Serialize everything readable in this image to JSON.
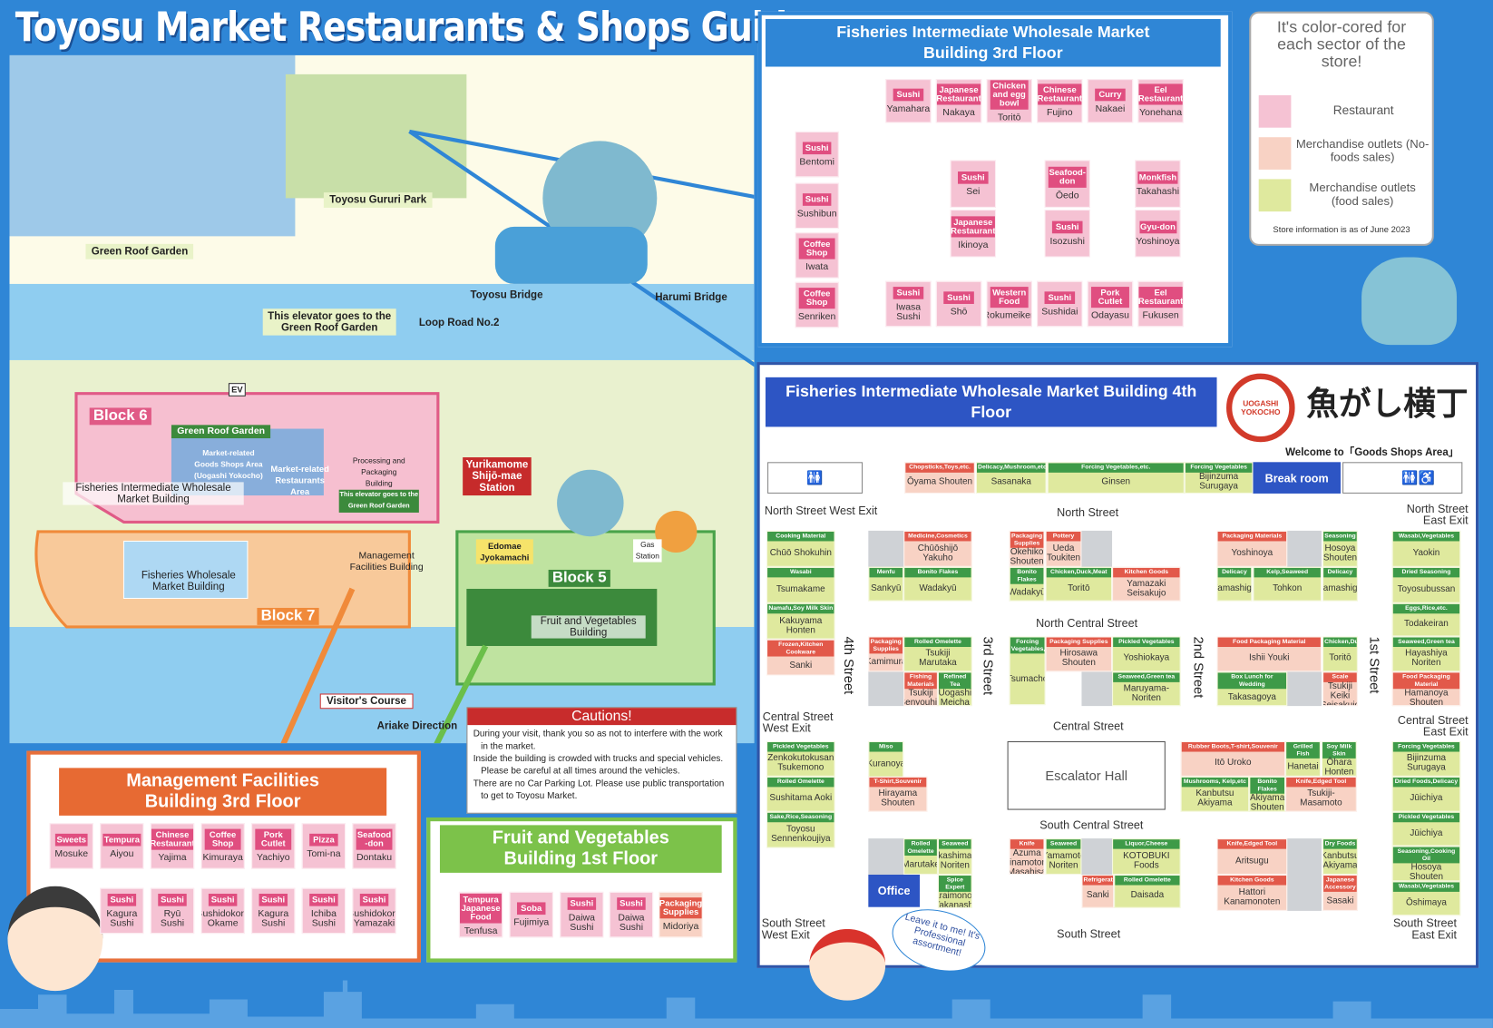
{
  "title": "Toyosu Market Restaurants & Shops Guide",
  "colors": {
    "restaurant": "#f5c2d3",
    "restaurant_label": "#e04e80",
    "nonfood": "#f8d2c4",
    "nonfood_label": "#e2594a",
    "food": "#dfe99e",
    "food_label": "#3e9a48",
    "blue": "#2f86d6"
  },
  "map": {
    "photo_labels": [
      "Green Roof Garden",
      "Toyosu Gururi Park",
      "This elevator goes to the Green Roof Garden"
    ],
    "toyosu_bridge": "Toyosu Bridge",
    "harumi_bridge": "Harumi Bridge",
    "loop_road": "Loop Road No.2",
    "block6": "Block 6",
    "block5": "Block 5",
    "block7": "Block 7",
    "green_roof_label": "Green Roof Garden",
    "ev": "EV",
    "restaurants_area": "Market-related Restaurants Area",
    "goods_area": "Market-related Goods Shops Area (Uogashi Yokocho)",
    "processing": "Processing and Packaging Building",
    "elevator_note": "This elevator goes to the Green Roof Garden",
    "fiw_building": "Fisheries Intermediate Wholesale Market Building",
    "fw_building": "Fisheries Wholesale Market Building",
    "mgmt_building": "Management Facilities Building",
    "fv_building": "Fruit and Vegetables Building",
    "station": "Yurikamome Shijō-mae Station",
    "edomae": "Edomae Jyokamachi",
    "gas": "Gas Station",
    "visitors_course": "Visitor's Course",
    "ariake": "Ariake Direction"
  },
  "cautions": {
    "title": "Cautions!",
    "items": [
      "During your visit, thank you so as not to interfere with the work in the market.",
      "Inside the building is crowded with trucks and special vehicles. Please be careful at all times around the vehicles.",
      "There are no Car Parking Lot. Please use public transportation to get to Toyosu Market."
    ]
  },
  "legend": {
    "heading": "It's color-cored for each sector of the store!",
    "items": [
      "Restaurant",
      "Merchandise outlets (No-foods sales)",
      "Merchandise outlets (food sales)"
    ],
    "note": "Store information is as of June 2023"
  },
  "floor3": {
    "title": "Fisheries Intermediate Wholesale Market Building 3rd Floor",
    "stalls": [
      {
        "cat": "Sushi",
        "name": "Yamahara"
      },
      {
        "cat": "Japanese Restaurant",
        "name": "Nakaya"
      },
      {
        "cat": "Chicken and egg bowl",
        "name": "Toritō"
      },
      {
        "cat": "Chinese Restaurant",
        "name": "Fujino"
      },
      {
        "cat": "Curry",
        "name": "Nakaei"
      },
      {
        "cat": "Eel Restaurant",
        "name": "Yonehana"
      },
      {
        "cat": "Sushi",
        "name": "Bentomi"
      },
      {
        "cat": "Sushi",
        "name": "Sushibun"
      },
      {
        "cat": "Coffee Shop",
        "name": "Iwata"
      },
      {
        "cat": "Coffee Shop",
        "name": "Senriken"
      },
      {
        "cat": "Sushi",
        "name": "Sei"
      },
      {
        "cat": "Japanese Restaurant",
        "name": "Ikinoya"
      },
      {
        "cat": "Seafood-don",
        "name": "Ōedo"
      },
      {
        "cat": "Sushi",
        "name": "Isozushi"
      },
      {
        "cat": "Monkfish",
        "name": "Takahashi"
      },
      {
        "cat": "Gyu-don",
        "name": "Yoshinoya"
      },
      {
        "cat": "Sushi",
        "name": "Iwasa Sushi"
      },
      {
        "cat": "Sushi",
        "name": "Shō"
      },
      {
        "cat": "Western Food",
        "name": "Rokumeiken"
      },
      {
        "cat": "Sushi",
        "name": "Sushidai"
      },
      {
        "cat": "Pork Cutlet",
        "name": "Odayasu"
      },
      {
        "cat": "Eel Restaurant",
        "name": "Fukusen"
      }
    ]
  },
  "floor4": {
    "title": "Fisheries Intermediate Wholesale Market Building 4th Floor",
    "logo_text": "UOGASHI YOKOCHO",
    "logo_jp": "魚がし横丁",
    "welcome": "Welcome to「Goods Shops Area」",
    "break_room": "Break room",
    "office": "Office",
    "escalator_hall": "Escalator Hall",
    "streets": {
      "north_west_exit": "North Street West Exit",
      "north": "North Street",
      "north_east_exit": "North Street East Exit",
      "north_central": "North Central Street",
      "central_west_exit": "Central Street West Exit",
      "central": "Central Street",
      "central_east_exit": "Central Street East Exit",
      "south_central": "South Central Street",
      "south_west_exit": "South Street West Exit",
      "south": "South Street",
      "south_east_exit": "South Street East Exit",
      "s4": "4th Street",
      "s3": "3rd Street",
      "s2": "2nd Street",
      "s1": "1st Street"
    },
    "stalls": [
      {
        "cat": "Chopsticks,Toys,etc.",
        "name": "Ōyama Shouten",
        "kind": "nonfood"
      },
      {
        "cat": "Delicacy,Mushroom,etc.",
        "name": "Sasanaka",
        "kind": "food"
      },
      {
        "cat": "Forcing Vegetables,etc.",
        "name": "Ginsen",
        "kind": "food"
      },
      {
        "cat": "Forcing Vegetables",
        "name": "Bijinzuma Surugaya",
        "kind": "food"
      },
      {
        "cat": "Cooking Material",
        "name": "Chūō Shokuhin",
        "kind": "food"
      },
      {
        "cat": "Wasabi",
        "name": "Tsumakame",
        "kind": "food"
      },
      {
        "cat": "Namafu,Soy Milk Skin",
        "name": "Kakuyama Honten",
        "kind": "food"
      },
      {
        "cat": "Frozen,Kitchen Cookware",
        "name": "Sanki",
        "kind": "nonfood"
      },
      {
        "cat": "Pickled Vegetables",
        "name": "Zenkokutokusan Tsukemono",
        "kind": "food"
      },
      {
        "cat": "Rolled Omelette",
        "name": "Sushitama Aoki",
        "kind": "food"
      },
      {
        "cat": "Sake,Rice,Seasoning",
        "name": "Toyosu Sennenkoujiya",
        "kind": "food"
      },
      {
        "cat": "Medicine,Cosmetics",
        "name": "Chūōshijō Yakuho",
        "kind": "nonfood"
      },
      {
        "cat": "Menfu",
        "name": "Sankyū",
        "kind": "food"
      },
      {
        "cat": "Bonito Flakes",
        "name": "Wadakyū",
        "kind": "food"
      },
      {
        "cat": "Packaging Supplies",
        "name": "Kamimura",
        "kind": "nonfood"
      },
      {
        "cat": "Rolled Omelette",
        "name": "Tsukiji Marutaka",
        "kind": "food"
      },
      {
        "cat": "Fishing Materials",
        "name": "Tsukiji Senyouhin",
        "kind": "nonfood"
      },
      {
        "cat": "Refined Tea",
        "name": "Uogashi Meicha",
        "kind": "food"
      },
      {
        "cat": "Miso",
        "name": "Kuranoya",
        "kind": "food"
      },
      {
        "cat": "T-Shirt,Souvenir",
        "name": "Hirayama Shouten",
        "kind": "nonfood"
      },
      {
        "cat": "Rolled Omelette",
        "name": "Marutake",
        "kind": "food"
      },
      {
        "cat": "Seaweed",
        "name": "Takashimaya Noriten",
        "kind": "food"
      },
      {
        "cat": "Spice Expert",
        "name": "Karaimonoya Takanashi",
        "kind": "food"
      },
      {
        "cat": "Packaging Supplies",
        "name": "Okehiko Shouten",
        "kind": "nonfood"
      },
      {
        "cat": "Pottery",
        "name": "Ueda Toukiten",
        "kind": "nonfood"
      },
      {
        "cat": "Bonito Flakes",
        "name": "Wadakyū",
        "kind": "food"
      },
      {
        "cat": "Chicken,Duck,Meat",
        "name": "Toritō",
        "kind": "food"
      },
      {
        "cat": "Kitchen Goods",
        "name": "Yamazaki Seisakujo",
        "kind": "nonfood"
      },
      {
        "cat": "Forcing Vegetables,Fruits",
        "name": "Tsumacho",
        "kind": "food"
      },
      {
        "cat": "Packaging Supplies",
        "name": "Hirosawa Shouten",
        "kind": "nonfood"
      },
      {
        "cat": "Pickled Vegetables",
        "name": "Yoshiokaya",
        "kind": "food"
      },
      {
        "cat": "Seaweed,Green tea",
        "name": "Maruyama-Noriten",
        "kind": "food"
      },
      {
        "cat": "Knife",
        "name": "Azuma Minamotono Masahisa Shouten",
        "kind": "nonfood"
      },
      {
        "cat": "Seaweed",
        "name": "Yamamoto Noriten",
        "kind": "food"
      },
      {
        "cat": "Liquor,Cheese",
        "name": "KOTOBUKI Foods",
        "kind": "food"
      },
      {
        "cat": "Refrigerator,Cabinet",
        "name": "Sanki",
        "kind": "nonfood"
      },
      {
        "cat": "Rolled Omelette",
        "name": "Daisada",
        "kind": "food"
      },
      {
        "cat": "Packaging Materials",
        "name": "Yoshinoya",
        "kind": "nonfood"
      },
      {
        "cat": "Seasoning",
        "name": "Hosoya Shouten",
        "kind": "food"
      },
      {
        "cat": "Delicacy",
        "name": "Yamashige",
        "kind": "food"
      },
      {
        "cat": "Kelp,Seaweed",
        "name": "Tohkon",
        "kind": "food"
      },
      {
        "cat": "Delicacy",
        "name": "Yamashige",
        "kind": "food"
      },
      {
        "cat": "Food Packaging Material",
        "name": "Ishii Youki",
        "kind": "nonfood"
      },
      {
        "cat": "Chicken,Duck,Meat",
        "name": "Toritō",
        "kind": "food"
      },
      {
        "cat": "Box Lunch for Wedding",
        "name": "Takasagoya",
        "kind": "food"
      },
      {
        "cat": "Scale",
        "name": "Tsukiji Keiki Seisakujo",
        "kind": "nonfood"
      },
      {
        "cat": "Rubber Boots,T-shirt,Souvenir",
        "name": "Itō Uroko",
        "kind": "nonfood"
      },
      {
        "cat": "Grilled Fish",
        "name": "Hanetai",
        "kind": "food"
      },
      {
        "cat": "Soy Milk Skin",
        "name": "Ōhara Honten",
        "kind": "food"
      },
      {
        "cat": "Mushrooms, Kelp,etc",
        "name": "Kanbutsu Akiyama",
        "kind": "food"
      },
      {
        "cat": "Bonito Flakes",
        "name": "Akiyama Shouten",
        "kind": "food"
      },
      {
        "cat": "Knife,Edged Tool",
        "name": "Tsukiji-Masamoto",
        "kind": "nonfood"
      },
      {
        "cat": "Knife,Edged Tool",
        "name": "Aritsugu",
        "kind": "nonfood"
      },
      {
        "cat": "Dry Foods",
        "name": "Kanbutsu Akiyama",
        "kind": "food"
      },
      {
        "cat": "Kitchen Goods",
        "name": "Hattori Kanamonoten",
        "kind": "nonfood"
      },
      {
        "cat": "Japanese Accessory",
        "name": "Sasaki",
        "kind": "nonfood"
      },
      {
        "cat": "Wasabi,Vegetables",
        "name": "Yaokin",
        "kind": "food"
      },
      {
        "cat": "Dried Seasoning",
        "name": "Toyosubussan",
        "kind": "food"
      },
      {
        "cat": "Eggs,Rice,etc.",
        "name": "Todakeiran",
        "kind": "food"
      },
      {
        "cat": "Seaweed,Green tea",
        "name": "Hayashiya Noriten",
        "kind": "food"
      },
      {
        "cat": "Food Packaging Material",
        "name": "Hamanoya Shouten",
        "kind": "nonfood"
      },
      {
        "cat": "Forcing Vegetables",
        "name": "Bijinzuma Surugaya",
        "kind": "food"
      },
      {
        "cat": "Dried Foods,Delicacy",
        "name": "Jūichiya",
        "kind": "food"
      },
      {
        "cat": "Pickled Vegetables",
        "name": "Jūichiya",
        "kind": "food"
      },
      {
        "cat": "Seasoning,Cooking Oil",
        "name": "Hosoya Shouten",
        "kind": "food"
      },
      {
        "cat": "Wasabi,Vegetables",
        "name": "Ōshimaya",
        "kind": "food"
      }
    ]
  },
  "mgmt": {
    "title": "Management Facilities Building 3rd Floor",
    "stalls": [
      {
        "cat": "Sweets",
        "name": "Mosuke"
      },
      {
        "cat": "Tempura",
        "name": "Aiyou"
      },
      {
        "cat": "Chinese Restaurant",
        "name": "Yajima"
      },
      {
        "cat": "Coffee Shop",
        "name": "Kimuraya"
      },
      {
        "cat": "Pork Cutlet",
        "name": "Yachiyo"
      },
      {
        "cat": "Pizza",
        "name": "Tomi-na"
      },
      {
        "cat": "Seafood -don",
        "name": "Dontaku"
      },
      {
        "cat": "Sushi",
        "name": "Kagura Sushi"
      },
      {
        "cat": "Sushi",
        "name": "Ryū Sushi"
      },
      {
        "cat": "Sushi",
        "name": "Sushidokoro Okame"
      },
      {
        "cat": "Sushi",
        "name": "Kagura Sushi"
      },
      {
        "cat": "Sushi",
        "name": "Ichiba Sushi"
      },
      {
        "cat": "Sushi",
        "name": "Sushidokoro Yamazaki"
      }
    ]
  },
  "fv": {
    "title": "Fruit and Vegetables Building 1st Floor",
    "stalls": [
      {
        "cat": "Tempura Japanese Food",
        "name": "Tenfusa"
      },
      {
        "cat": "Soba",
        "name": "Fujimiya"
      },
      {
        "cat": "Sushi",
        "name": "Daiwa Sushi"
      },
      {
        "cat": "Sushi",
        "name": "Daiwa Sushi"
      },
      {
        "cat": "Packaging Supplies",
        "name": "Midoriya"
      }
    ]
  },
  "speech_bubble": "Leave it to me! It's Professional assortment!"
}
